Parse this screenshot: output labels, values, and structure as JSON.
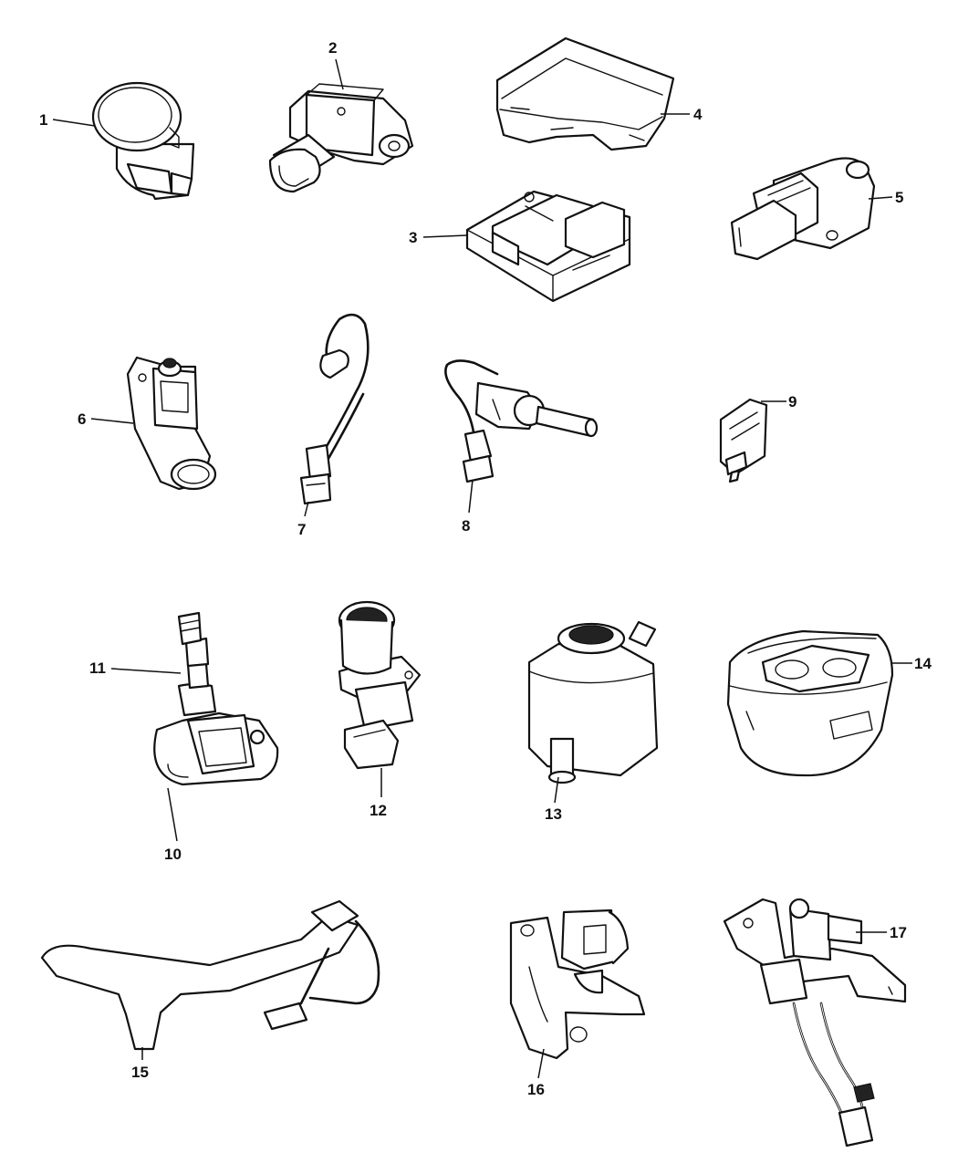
{
  "callouts": [
    "1",
    "2",
    "3",
    "4",
    "5",
    "6",
    "7",
    "8",
    "9",
    "10",
    "11",
    "12",
    "13",
    "14",
    "15",
    "16",
    "17"
  ],
  "colors": {
    "line": "#111111",
    "background": "#ffffff"
  }
}
